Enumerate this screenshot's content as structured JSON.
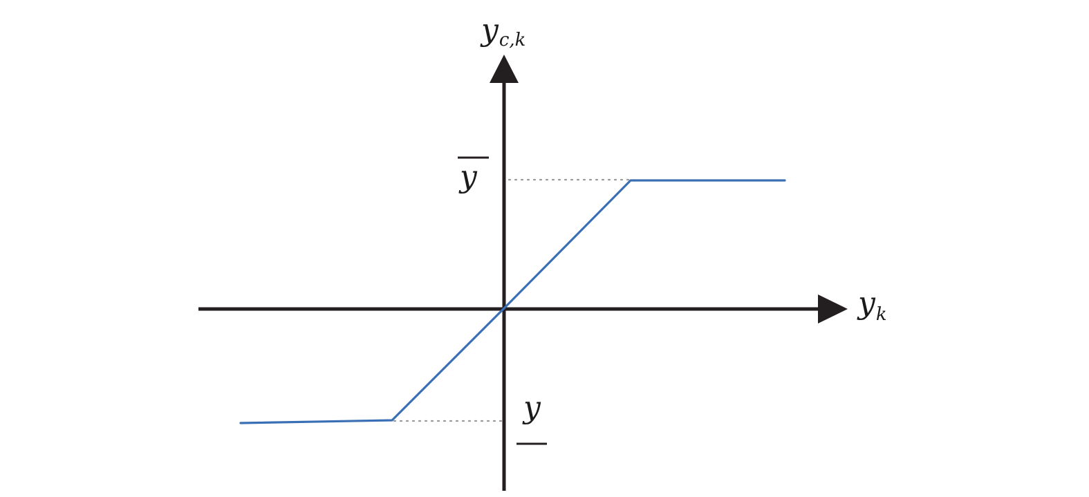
{
  "diagram": {
    "labels": {
      "y_axis_main": "y",
      "y_axis_sub": "c,k",
      "x_axis_main": "y",
      "x_axis_sub": "k",
      "upper_limit": "y",
      "lower_limit": "y"
    },
    "colors": {
      "axes": "#231f20",
      "curve": "#3a6fb5",
      "guides": "#999999"
    }
  }
}
